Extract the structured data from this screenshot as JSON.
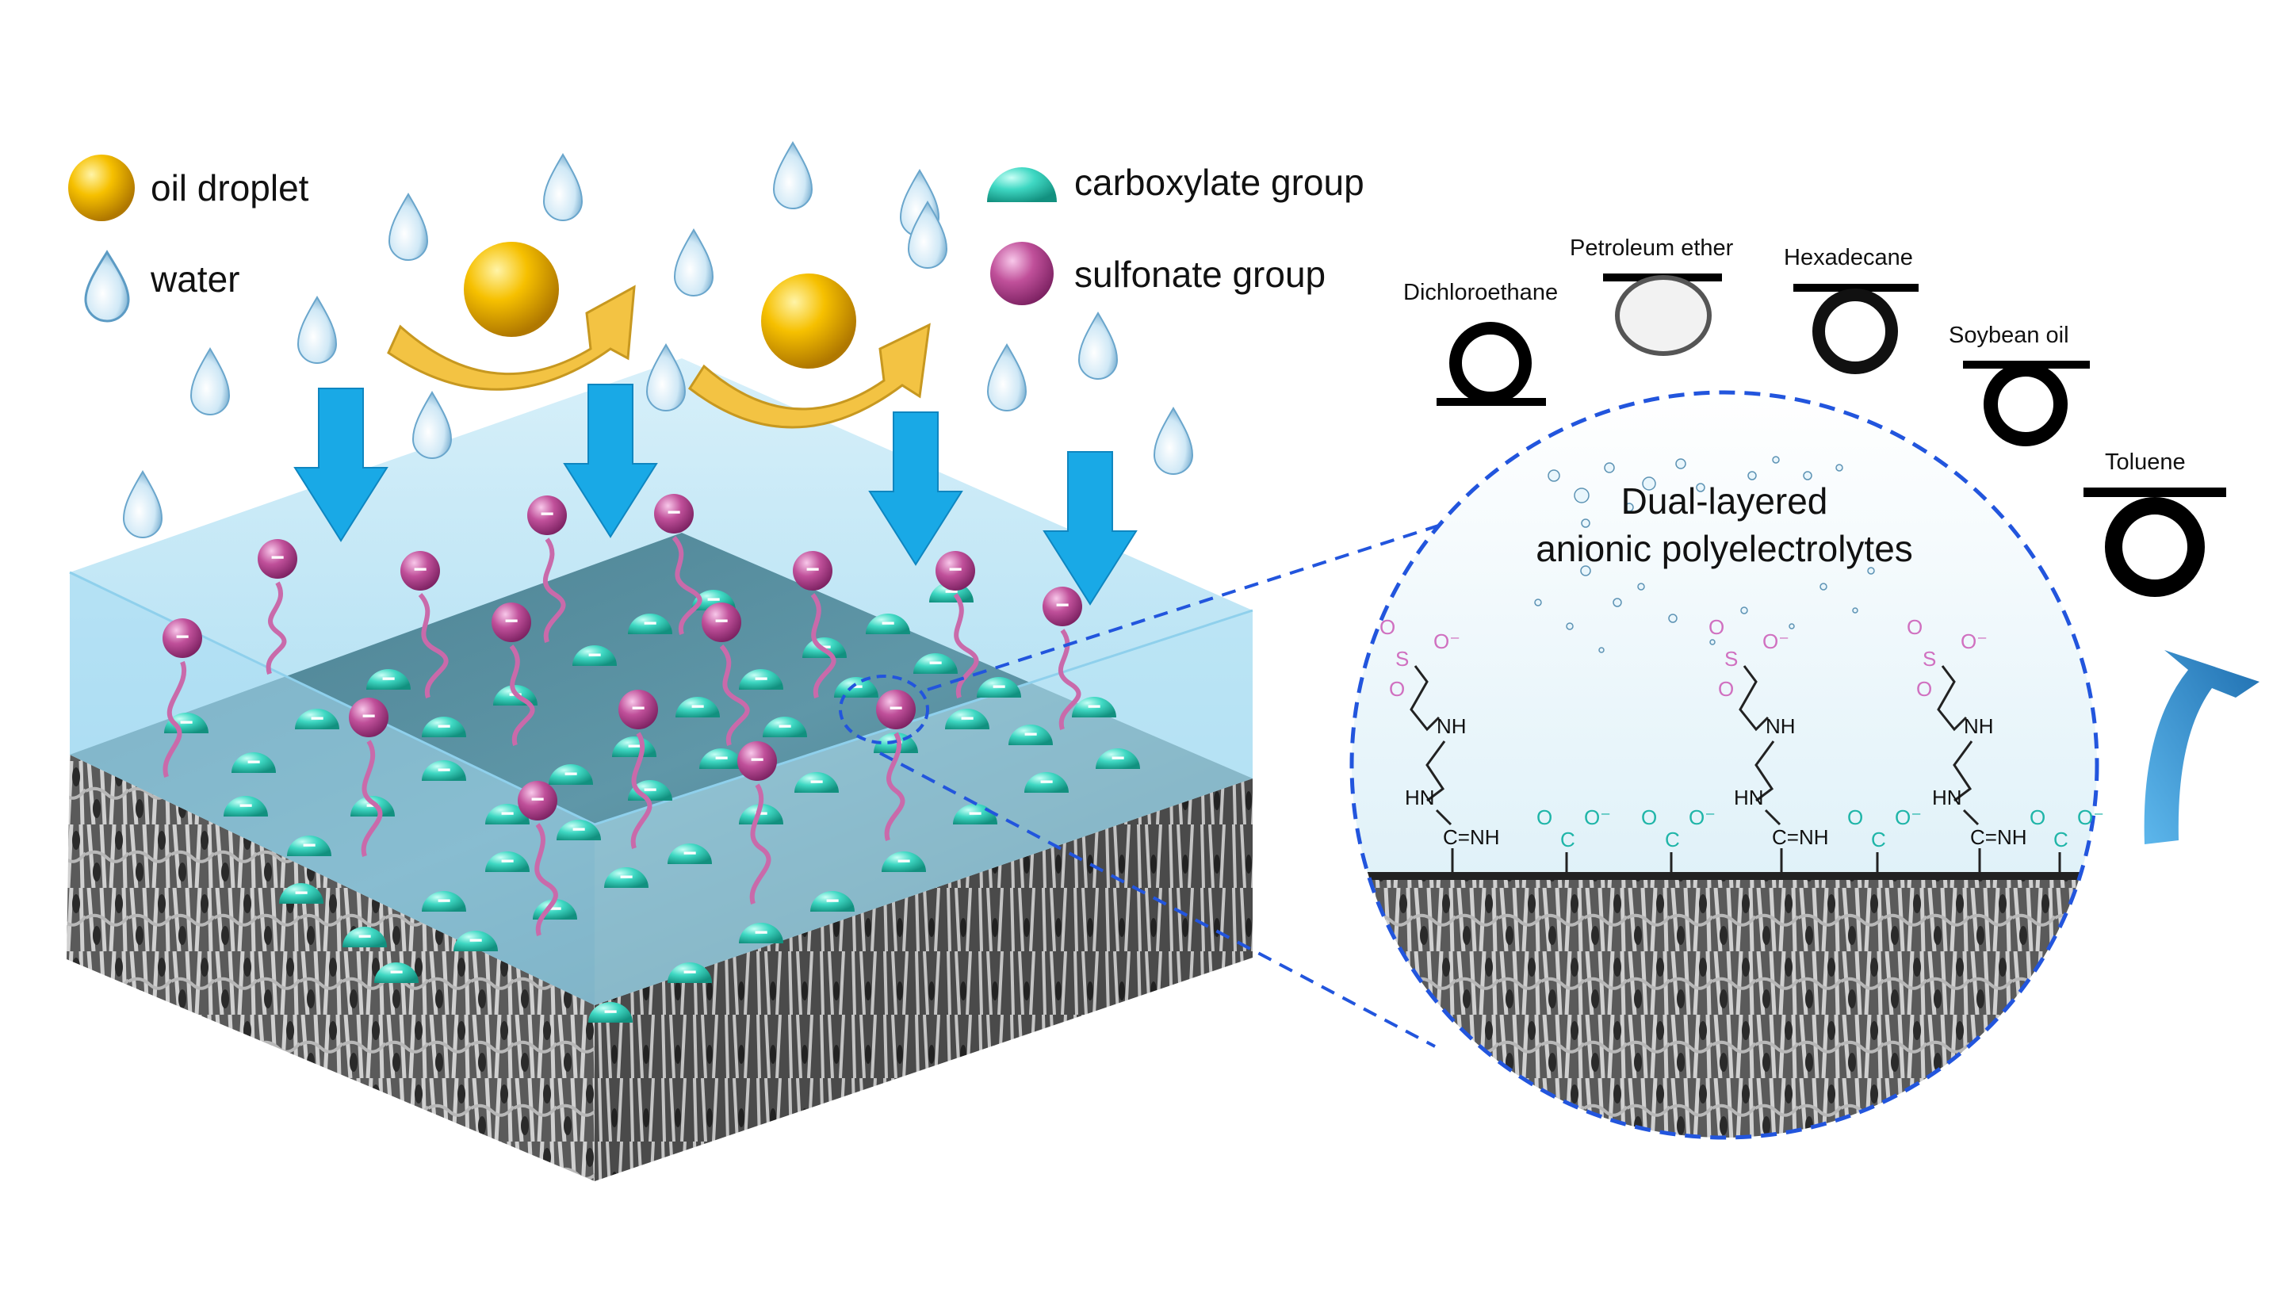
{
  "legend": {
    "oil_droplet": "oil droplet",
    "water": "water",
    "carboxylate_group": "carboxylate group",
    "sulfonate_group": "sulfonate group"
  },
  "oils": [
    {
      "name": "Dichloroethane"
    },
    {
      "name": "Petroleum  ether"
    },
    {
      "name": "Hexadecane"
    },
    {
      "name": "Soybean  oil"
    },
    {
      "name": "Toluene"
    }
  ],
  "zoom": {
    "title_line1": "Dual-layered",
    "title_line2": "anionic polyelectrolytes"
  },
  "chemistry": {
    "sulfur": "S",
    "oxygen": "O",
    "oxygen_minus": "O⁻",
    "amine": "NH",
    "hn": "HN",
    "imine": "C=NH",
    "carbon": "C",
    "minus": "−"
  },
  "colors": {
    "water_layer": "#bfe6f5",
    "membrane_top": "#4f8a9b",
    "carboxylate": "#3fd8c3",
    "sulfonate": "#c0509a",
    "oil": "#f1b800",
    "arrow_blue": "#19a9e6",
    "dashed": "#2255dd"
  }
}
